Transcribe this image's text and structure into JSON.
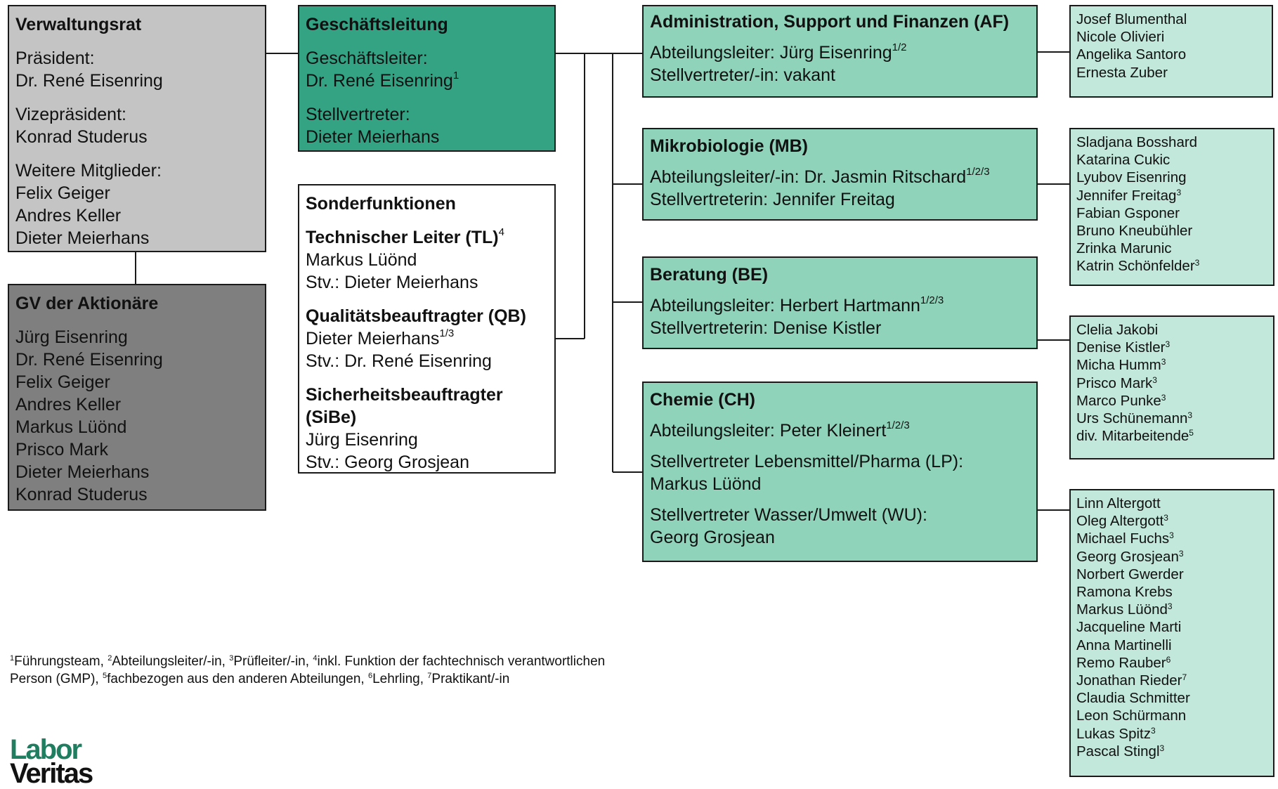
{
  "board": {
    "title": "Verwaltungsrat",
    "president_label": "Präsident:",
    "president": "Dr. René Eisenring",
    "vice_label": "Vizepräsident:",
    "vice": "Konrad Studerus",
    "members_label": "Weitere Mitglieder:",
    "members": [
      "Felix Geiger",
      "Andres Keller",
      "Dieter Meierhans"
    ]
  },
  "assembly": {
    "title": "GV der Aktionäre",
    "members": [
      "Jürg Eisenring",
      "Dr. René Eisenring",
      "Felix Geiger",
      "Andres Keller",
      "Markus Lüönd",
      "Prisco Mark",
      "Dieter Meierhans",
      "Konrad Studerus"
    ]
  },
  "management": {
    "title": "Geschäftsleitung",
    "head_label": "Geschäftsleiter:",
    "head": "Dr. René Eisenring",
    "head_sup": "1",
    "deputy_label": "Stellvertreter:",
    "deputy": "Dieter Meierhans"
  },
  "special": {
    "title": "Sonderfunktionen",
    "tl_title": "Technischer Leiter (TL)",
    "tl_sup": "4",
    "tl_name": "Markus Lüönd",
    "tl_deputy": "Stv.: Dieter Meierhans",
    "qb_title": "Qualitätsbeauftragter (QB)",
    "qb_name": "Dieter Meierhans",
    "qb_sup": "1/3",
    "qb_deputy": "Stv.: Dr. René Eisenring",
    "sibe_title_1": "Sicherheitsbeauftragter",
    "sibe_title_2": "(SiBe)",
    "sibe_name": "Jürg Eisenring",
    "sibe_deputy": "Stv.: Georg Grosjean"
  },
  "departments": {
    "af": {
      "title": "Administration, Support und Finanzen (AF)",
      "head": "Abteilungsleiter: Jürg Eisenring",
      "head_sup": "1/2",
      "deputy": "Stellvertreter/-in: vakant",
      "staff": [
        "Josef Blumenthal",
        "Nicole Olivieri",
        "Angelika Santoro",
        "Ernesta Zuber"
      ]
    },
    "mb": {
      "title": "Mikrobiologie (MB)",
      "head": "Abteilungsleiter/-in: Dr. Jasmin Ritschard",
      "head_sup": "1/2/3",
      "deputy": "Stellvertreterin: Jennifer Freitag",
      "staff": [
        {
          "name": "Sladjana Bosshard",
          "sup": ""
        },
        {
          "name": "Katarina Cukic",
          "sup": ""
        },
        {
          "name": "Lyubov Eisenring",
          "sup": ""
        },
        {
          "name": "Jennifer Freitag",
          "sup": "3"
        },
        {
          "name": "Fabian Gsponer",
          "sup": ""
        },
        {
          "name": "Bruno Kneubühler",
          "sup": ""
        },
        {
          "name": "Zrinka Marunic",
          "sup": ""
        },
        {
          "name": "Katrin Schönfelder",
          "sup": "3"
        }
      ]
    },
    "be": {
      "title": "Beratung (BE)",
      "head": "Abteilungsleiter: Herbert Hartmann",
      "head_sup": "1/2/3",
      "deputy": "Stellvertreterin: Denise Kistler",
      "staff": [
        {
          "name": "Clelia Jakobi",
          "sup": ""
        },
        {
          "name": "Denise Kistler",
          "sup": "3"
        },
        {
          "name": "Micha Humm",
          "sup": "3"
        },
        {
          "name": "Prisco Mark",
          "sup": "3"
        },
        {
          "name": "Marco Punke",
          "sup": "3"
        },
        {
          "name": "Urs Schünemann",
          "sup": "3"
        },
        {
          "name": "div. Mitarbeitende",
          "sup": "5"
        }
      ]
    },
    "ch": {
      "title": "Chemie (CH)",
      "head": "Abteilungsleiter: Peter Kleinert",
      "head_sup": "1/2/3",
      "lp_label": "Stellvertreter Lebensmittel/Pharma (LP):",
      "lp_name": "Markus Lüönd",
      "wu_label": "Stellvertreter Wasser/Umwelt (WU):",
      "wu_name": "Georg Grosjean",
      "staff": [
        {
          "name": "Linn Altergott",
          "sup": ""
        },
        {
          "name": "Oleg Altergott",
          "sup": "3"
        },
        {
          "name": "Michael Fuchs",
          "sup": "3"
        },
        {
          "name": "Georg Grosjean",
          "sup": "3"
        },
        {
          "name": "Norbert Gwerder",
          "sup": ""
        },
        {
          "name": "Ramona Krebs",
          "sup": ""
        },
        {
          "name": "Markus Lüönd",
          "sup": "3"
        },
        {
          "name": "Jacqueline Marti",
          "sup": ""
        },
        {
          "name": "Anna Martinelli",
          "sup": ""
        },
        {
          "name": "Remo Rauber",
          "sup": "6"
        },
        {
          "name": "Jonathan Rieder",
          "sup": "7"
        },
        {
          "name": "Claudia Schmitter",
          "sup": ""
        },
        {
          "name": "Leon Schürmann",
          "sup": ""
        },
        {
          "name": "Lukas Spitz",
          "sup": "3"
        },
        {
          "name": "Pascal Stingl",
          "sup": "3"
        }
      ]
    }
  },
  "footnote": [
    {
      "sup": "1",
      "text": "Führungsteam, "
    },
    {
      "sup": "2",
      "text": "Abteilungsleiter/-in, "
    },
    {
      "sup": "3",
      "text": "Prüfleiter/-in, "
    },
    {
      "sup": "4",
      "text": "inkl. Funktion der fachtechnisch verantwortlichen Person (GMP), "
    },
    {
      "sup": "5",
      "text": "fachbezogen aus den anderen Abteilungen, "
    },
    {
      "sup": "6",
      "text": "Lehrling, "
    },
    {
      "sup": "7",
      "text": "Praktikant/-in"
    }
  ],
  "logo": {
    "line1": "Labor",
    "line2": "Veritas"
  },
  "colors": {
    "board": "#c4c4c4",
    "assembly": "#7f7f7f",
    "management": "#33a384",
    "department": "#8fd3bb",
    "staff": "#c2e7db"
  }
}
